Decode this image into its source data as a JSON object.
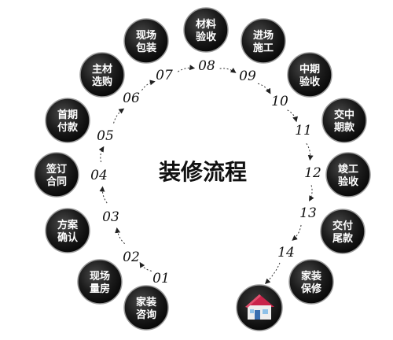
{
  "title": "装修流程",
  "steps": [
    {
      "number": "01",
      "label": [
        "家装",
        "咨询"
      ]
    },
    {
      "number": "02",
      "label": [
        "现场",
        "量房"
      ]
    },
    {
      "number": "03",
      "label": [
        "方案",
        "确认"
      ]
    },
    {
      "number": "04",
      "label": [
        "签订",
        "合同"
      ]
    },
    {
      "number": "05",
      "label": [
        "首期",
        "付款"
      ]
    },
    {
      "number": "06",
      "label": [
        "主材",
        "选购"
      ]
    },
    {
      "number": "07",
      "label": [
        "现场",
        "包装"
      ]
    },
    {
      "number": "08",
      "label": [
        "材料",
        "验收"
      ]
    },
    {
      "number": "09",
      "label": [
        "进场",
        "施工"
      ]
    },
    {
      "number": "10",
      "label": [
        "中期",
        "验收"
      ]
    },
    {
      "number": "11",
      "label": [
        "交中",
        "期款"
      ]
    },
    {
      "number": "12",
      "label": [
        "竣工",
        "验收"
      ]
    },
    {
      "number": "13",
      "label": [
        "交付",
        "尾款"
      ]
    },
    {
      "number": "14",
      "label": [
        "家装",
        "保修"
      ]
    }
  ],
  "final_icon": "house-icon",
  "colors": {
    "node": "#1a1a1a",
    "node_rim": "#9a9a9a",
    "label": "#ffffff",
    "number": "#111111"
  }
}
